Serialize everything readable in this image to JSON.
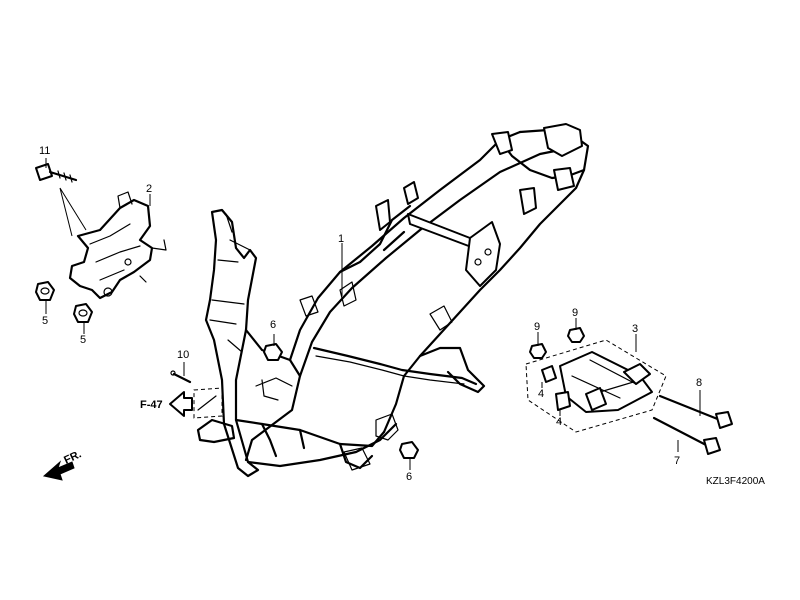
{
  "diagram": {
    "code": "KZL3F4200A",
    "reference": "F-47",
    "front_marker": "FR.",
    "callouts": {
      "c1": "1",
      "c2": "2",
      "c3": "3",
      "c4a": "4",
      "c4b": "4",
      "c5a": "5",
      "c5b": "5",
      "c6a": "6",
      "c6b": "6",
      "c7": "7",
      "c8": "8",
      "c9a": "9",
      "c9b": "9",
      "c10": "10",
      "c11": "11"
    }
  }
}
